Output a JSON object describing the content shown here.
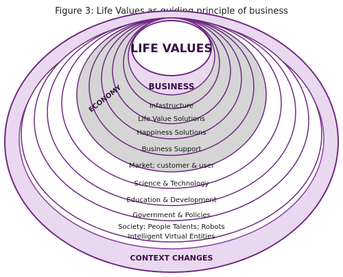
{
  "title": "Figure 3: Life Values as guiding principle of business",
  "center_label": "LIFE VALUES",
  "business_label": "BUSINESS",
  "economy_label": "ECONOMY",
  "context_label": "CONTEXT CHANGES",
  "rings": {
    "infrastructure": "Infastructure",
    "life_value_solutions": "Life Value Solutions",
    "happiness_solutions": "Happiness Solutions",
    "business_support": "Business Support",
    "market": "Market; customer & user",
    "science": "Science & Technology",
    "education": "Education & Development",
    "government": "Government & Policies",
    "society_line1": "Society; People Talents; Robots",
    "society_line2": "Intelligent Virtual Entities"
  },
  "colors": {
    "purple_dark": "#6e2a82",
    "purple_mid": "#a86bbd",
    "lavender": "#ead8f0",
    "gray": "#d5d5d5"
  }
}
